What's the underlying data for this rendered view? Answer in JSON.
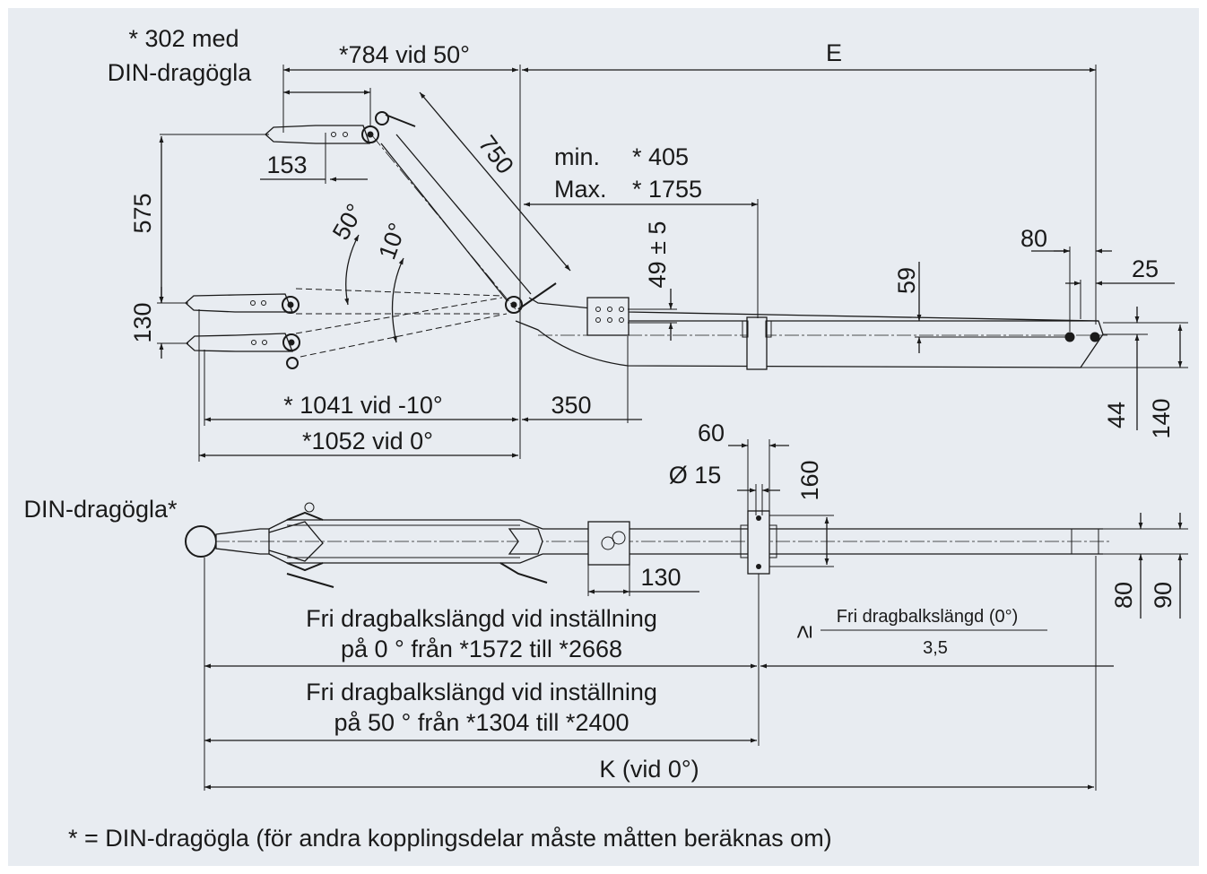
{
  "colors": {
    "background": "#e8ecf1",
    "ink": "#1a1a1a"
  },
  "labels": {
    "top_left_note_line1": "* 302 med",
    "top_left_note_line2": "DIN-dragögla",
    "dim_784": "*784 vid 50°",
    "dim_E": "E",
    "dim_750": "750",
    "min_label": "min.",
    "min_value": "* 405",
    "max_label": "Max.",
    "max_value": "* 1755",
    "dim_153": "153",
    "dim_575": "575",
    "angle_50": "50°",
    "angle_10": "10°",
    "dim_49": "49 ± 5",
    "dim_59": "59",
    "dim_80_top": "80",
    "dim_25": "25",
    "dim_130_left": "130",
    "dim_1041": "* 1041 vid -10°",
    "dim_350": "350",
    "dim_1052": "*1052 vid 0°",
    "dim_44": "44",
    "dim_140": "140",
    "dim_60": "60",
    "dim_d15": "Ø 15",
    "dim_160": "160",
    "din_label": "DIN-dragögla*",
    "dim_130_bottom": "130",
    "dim_80_right": "80",
    "dim_90": "90",
    "free_len_0_line1": "Fri dragbalkslängd vid inställning",
    "free_len_0_line2": "på 0 ° från *1572 till *2668",
    "formula_symbol": "≥",
    "formula_numerator": "Fri dragbalkslängd (0°)",
    "formula_denominator": "3,5",
    "free_len_50_line1": "Fri dragbalkslängd vid inställning",
    "free_len_50_line2": "på 50 ° från *1304 till *2400",
    "dim_K": "K (vid 0°)",
    "footnote": "* = DIN-dragögla (för andra kopplingsdelar måste måtten beräknas om)"
  }
}
